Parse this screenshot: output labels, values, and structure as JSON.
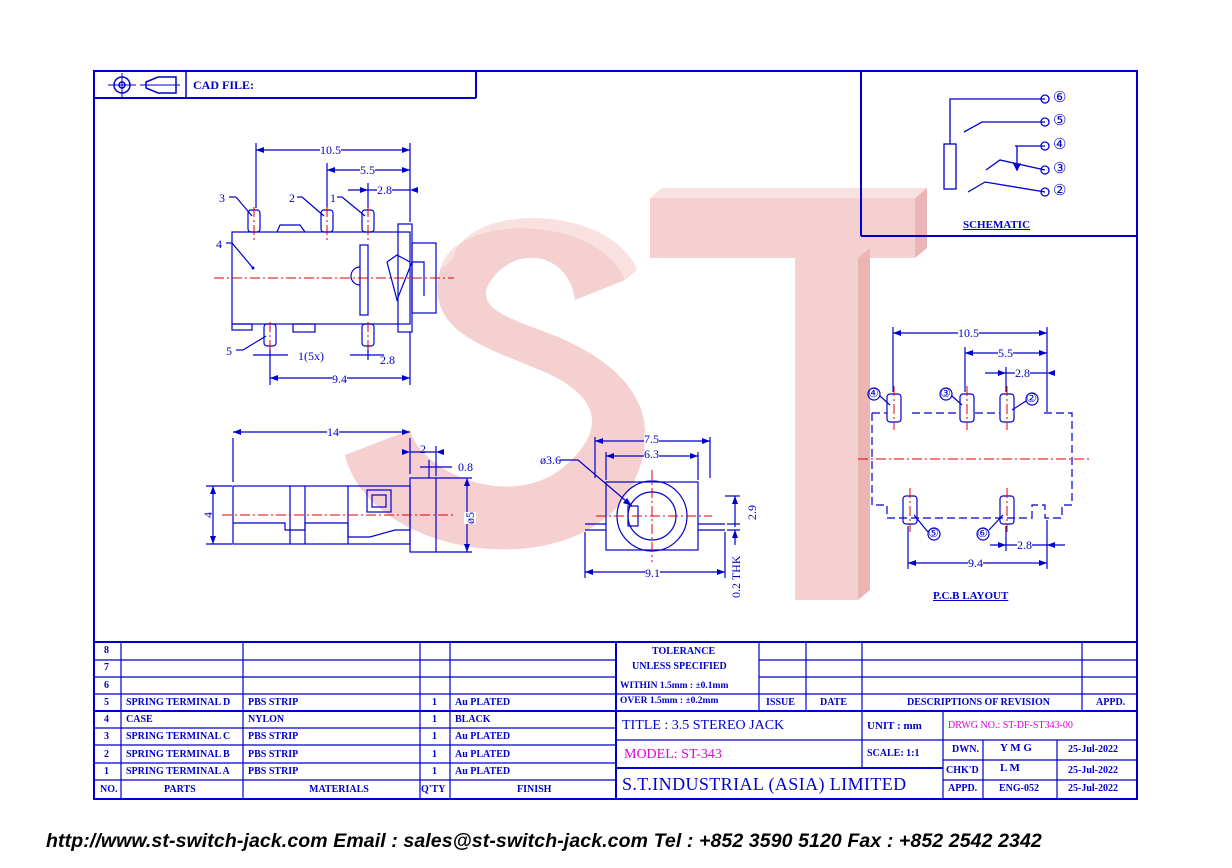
{
  "header": {
    "cad_label": "CAD FILE:"
  },
  "schematic": {
    "label": "SCHEMATIC",
    "pins": [
      "⑥",
      "⑤",
      "④",
      "③",
      "②"
    ]
  },
  "top_view": {
    "dims": [
      "10.5",
      "5.5",
      "2.8",
      "1(5x)",
      "2.8",
      "9.4"
    ],
    "callouts": [
      "3",
      "2",
      "1",
      "4",
      "5"
    ]
  },
  "side_view": {
    "dims": [
      "14",
      "2",
      "0.8",
      "4",
      "ø5"
    ]
  },
  "front_view": {
    "dims": [
      "7.5",
      "6.3",
      "ø3.6",
      "2.9",
      "9.1",
      "0.2 THK"
    ]
  },
  "pcb_layout": {
    "label": "P.C.B LAYOUT",
    "dims": [
      "10.5",
      "5.5",
      "2.8",
      "9.4",
      "2.8"
    ],
    "pins": [
      "④",
      "③",
      "②",
      "⑤",
      "⑥"
    ]
  },
  "watermark": "ST",
  "bom": {
    "empty_rows": [
      "8",
      "7",
      "6"
    ],
    "rows": [
      {
        "no": "5",
        "part": "SPRING TERMINAL D",
        "material": "PBS STRIP",
        "qty": "1",
        "finish": "Au PLATED"
      },
      {
        "no": "4",
        "part": "CASE",
        "material": "NYLON",
        "qty": "1",
        "finish": "BLACK"
      },
      {
        "no": "3",
        "part": "SPRING TERMINAL C",
        "material": "PBS STRIP",
        "qty": "1",
        "finish": "Au PLATED"
      },
      {
        "no": "2",
        "part": "SPRING TERMINAL B",
        "material": "PBS STRIP",
        "qty": "1",
        "finish": "Au PLATED"
      },
      {
        "no": "1",
        "part": "SPRING TERMINAL A",
        "material": "PBS STRIP",
        "qty": "1",
        "finish": "Au PLATED"
      }
    ],
    "headers": {
      "no": "NO.",
      "parts": "PARTS",
      "materials": "MATERIALS",
      "qty": "Q'TY",
      "finish": "FINISH"
    }
  },
  "tolerance": {
    "title": "TOLERANCE",
    "subtitle": "UNLESS   SPECIFIED",
    "within": "WITHIN  1.5mm : ±0.1mm",
    "over": "OVER    1.5mm : ±0.2mm"
  },
  "revision": {
    "issue": "ISSUE",
    "date": "DATE",
    "desc": "DESCRIPTIONS  OF  REVISION",
    "appd": "APPD."
  },
  "title_block": {
    "title": "TITLE : 3.5 STEREO JACK",
    "unit": "UNIT :   mm",
    "drwg_no": "DRWG NO.: ST-DF-ST343-00",
    "model": "MODEL: ST-343",
    "scale": "SCALE:   1:1",
    "company": "S.T.INDUSTRIAL  (ASIA)  LIMITED",
    "dwn": "DWN.",
    "dwn_by": "Y M G",
    "dwn_date": "25-Jul-2022",
    "chkd": "CHK'D",
    "chkd_by": "L M",
    "chkd_date": "25-Jul-2022",
    "appd": "APPD.",
    "appd_by": "ENG-052",
    "appd_date": "25-Jul-2022"
  },
  "footer": "http://www.st-switch-jack.com  Email : sales@st-switch-jack.com  Tel : +852 3590 5120  Fax : +852 2542 2342",
  "colors": {
    "line": "#0000cc",
    "center_line": "#e00000",
    "watermark": "#f3c4c4",
    "model_text": "#e000e0"
  }
}
